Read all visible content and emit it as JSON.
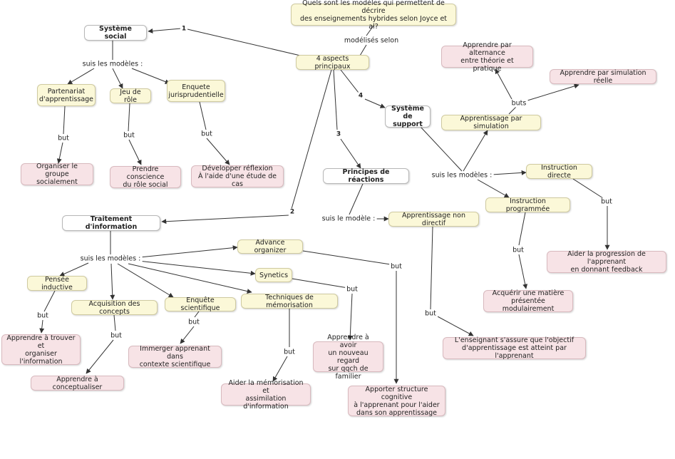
{
  "nodes": {
    "question": "Quels sont les modèles qui permettent de décrire\ndes enseignements hybrides selon Joyce et al?",
    "aspects": "4 aspects principaux",
    "systeme_social": "Système social",
    "partenariat": "Partenariat\nd'apprentissage",
    "jeu_role": "Jeu de rôle",
    "enquete_juris": "Enquete\njurisprudentielle",
    "organiser_groupe": "Organiser le groupe\nsocialement",
    "prendre_conscience": "Prendre conscience\ndu rôle social",
    "developper_reflexion": "Développer réflexion\nÀ l'aide d'une étude de cas",
    "systeme_support": "Système\nde support",
    "app_alternance": "Apprendre par alternance\nentre théorie et pratique",
    "app_sim_reelle": "Apprendre par simulation réelle",
    "app_simulation": "Apprentissage par simulation",
    "instruction_directe": "Instruction directe",
    "instruction_prog": "Instruction programmée",
    "aider_progression": "Aider la progression de l'apprenant\nen donnant feedback",
    "acquerir_matiere": "Acquérir une matière\nprésentée modulairement",
    "principes_reactions": "Principes de réactions",
    "app_non_directif": "Apprentissage non directif",
    "enseignant_assure": "L'enseignant s'assure que l'objectif\nd'apprentissage est atteint par l'apprenant",
    "traitement_info": "Traitement d'information",
    "advance_organizer": "Advance organizer",
    "synetics": "Synetics",
    "pensee_inductive": "Pensée inductive",
    "acquisition_concepts": "Acquisition des concepts",
    "enquete_scientifique": "Enquête scientifique",
    "techniques_memo": "Techniques de mémorisation",
    "apprendre_trouver": "Apprendre à trouver\net\norganiser l'information",
    "apprendre_conceptualiser": "Apprendre à conceptualiser",
    "immerger": "Immerger apprenant dans\ncontexte scientifique",
    "aider_memorisation": "Aider la mémorisation et\nassimilation d'information",
    "apprendre_regard": "Apprendre à avoir\nun nouveau regard\nsur qqch de familier",
    "apporter_structure": "Apporter structure cognitive\nà l'apprenant pour l'aider\ndans son apprentissage"
  },
  "labels": {
    "modelises_selon": "modélisés selon",
    "num_1": "1",
    "num_2": "2",
    "num_3": "3",
    "num_4": "4",
    "suis_les_modeles_social": "suis les modèles :",
    "but_partenariat": "but",
    "but_jeu": "but",
    "but_enquete": "but",
    "buts_simulation": "buts",
    "suis_les_modeles_support": "suis les modèles :",
    "but_directe": "but",
    "but_prog": "but",
    "suis_le_modele": "suis le modèle :",
    "but_non_directif": "but",
    "suis_les_modeles_info": "suis les modèles :",
    "but_advance": "but",
    "but_synetics": "but",
    "but_pensee": "but",
    "but_acquisition": "but",
    "but_enquete_sci": "but",
    "but_techniques": "but"
  },
  "colors": {
    "concept_yellow": "#fbf8d8",
    "goal_pink": "#f7e3e6",
    "category_white": "#ffffff",
    "line": "#333333"
  }
}
